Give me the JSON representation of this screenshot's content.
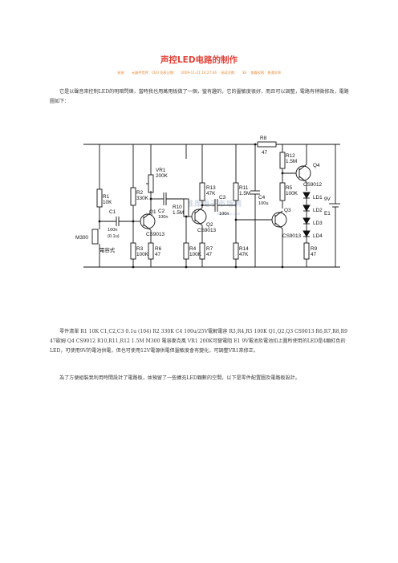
{
  "article": {
    "title": "声控LED电路的制作",
    "meta": {
      "source": "来源：",
      "author": "元器件世界：CEO 发表日期：",
      "date": "2009-11-21 14:27:04",
      "views_label": "阅读次数：",
      "views": "38",
      "tail": "查看权限：普通文章"
    },
    "intro": "它是以聲音來控制LED的明暗閃爍，當時我也用萬用板做了一個，蠻有趣的，它的靈敏度很好，而且可以調整，電路有稍微修改，電路圖如下：",
    "parts_list": "零件清單 R1 10K C1,C2,C3 0.1u (104) R2 330K C4 100u/25V電解電容 R3,R4,R5 100K Q1,Q2,Q3 CS9013 R6,R7,R8,R9 47歐姆 Q4 CS9012 R10,R11,R12 1.5M M300 電容麥克風 VR1 200K可變電阻 E1 9V電池及電池扣上圖所使用的LED是4顆紅色的LED，可使用9V的電池供電，但也可使用12V電源供電但靈敏度會有變化，可調整VR1來修正。",
    "closing": "為了方便組裝我利用時間設計了電路板，並預留了一些擴充LED顆數的空間，以下是零件配置圖及電路板設計。"
  },
  "schematic": {
    "labels": {
      "r1": "R1",
      "r1v": "10K",
      "r2": "R2",
      "r2v": "330K",
      "r3": "R3",
      "r3v": "100K",
      "r4": "R4",
      "r4v": "100K",
      "r5": "R5",
      "r5v": "100K",
      "r6": "R6",
      "r6v": "47",
      "r7": "R7",
      "r7v": "47",
      "r8": "R8",
      "r8v": "47",
      "r9": "R9",
      "r9v": "47",
      "r10": "R10",
      "r10v": "1.5M",
      "r11": "R11",
      "r11v": "1.5M",
      "r12": "R12",
      "r12v": "1.5M",
      "r13": "R13",
      "r13v": "47K",
      "r14": "R14",
      "r14v": "47K",
      "vr1": "VR1",
      "vr1v": "200K",
      "c1": "C1",
      "c1v": "100n",
      "c1v2": "(0.1u)",
      "c2": "C2",
      "c2v": "100n",
      "c3": "C3",
      "c3v": "100n",
      "c4": "C4",
      "c4v": "100u",
      "q1": "Q1",
      "q2": "Q2",
      "q3": "Q3",
      "q4": "Q4",
      "q1t": "CS9013",
      "q2t": "CS9013",
      "q3t": "CS9013",
      "q4t": "CS9012",
      "ld1": "LD1",
      "ld2": "LD2",
      "ld3": "LD3",
      "ld4": "LD4",
      "e1": "E1",
      "e1v": "9V",
      "mic": "M300",
      "mic_cn": "電容式"
    },
    "watermark": "维库电子市场网",
    "watermark_sub": "www.dzsc.com"
  },
  "colors": {
    "title": "#e0433a",
    "meta": "#e68a36",
    "wire": "#111111"
  }
}
